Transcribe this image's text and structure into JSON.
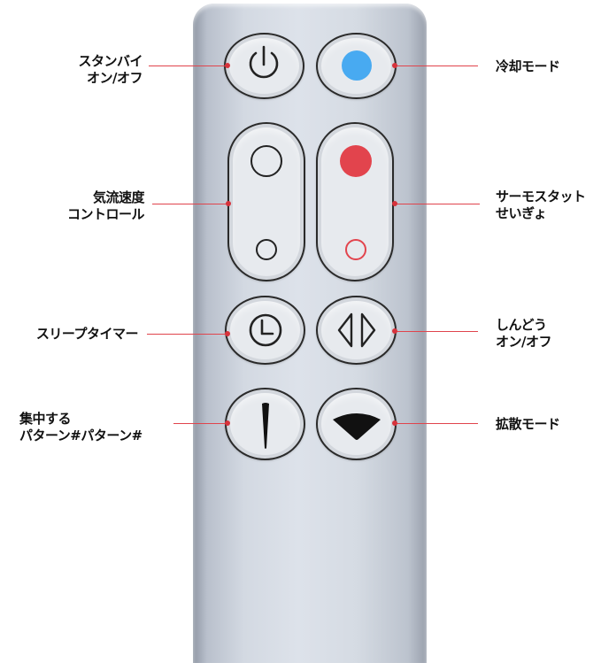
{
  "labels": {
    "standby": [
      "スタンバイ",
      "オン/オフ"
    ],
    "cooling_mode": [
      "冷却モード"
    ],
    "airflow_control": [
      "気流速度",
      "コントロール"
    ],
    "thermostat": [
      "サーモスタット",
      "せいぎょ"
    ],
    "sleep_timer": [
      "スリープタイマー"
    ],
    "oscillation": [
      "しんどう",
      "オン/オフ"
    ],
    "focus_pattern": [
      "集中する",
      "パターン#パターン#"
    ],
    "diffuse_mode": [
      "拡散モード"
    ]
  },
  "colors": {
    "cooling_dot": "#48aaf1",
    "heat_dot": "#e2444d",
    "leader_line": "#e0444c"
  },
  "icons": {
    "standby": "power-icon",
    "cooling": "blue-dot-icon",
    "airflow_up": "large-circle-icon",
    "airflow_down": "small-circle-icon",
    "heat_up": "red-dot-icon",
    "heat_down": "red-ring-icon",
    "timer": "clock-icon",
    "oscillation": "oscillation-arrows-icon",
    "focus": "narrow-wedge-icon",
    "diffuse": "wide-fan-icon"
  }
}
